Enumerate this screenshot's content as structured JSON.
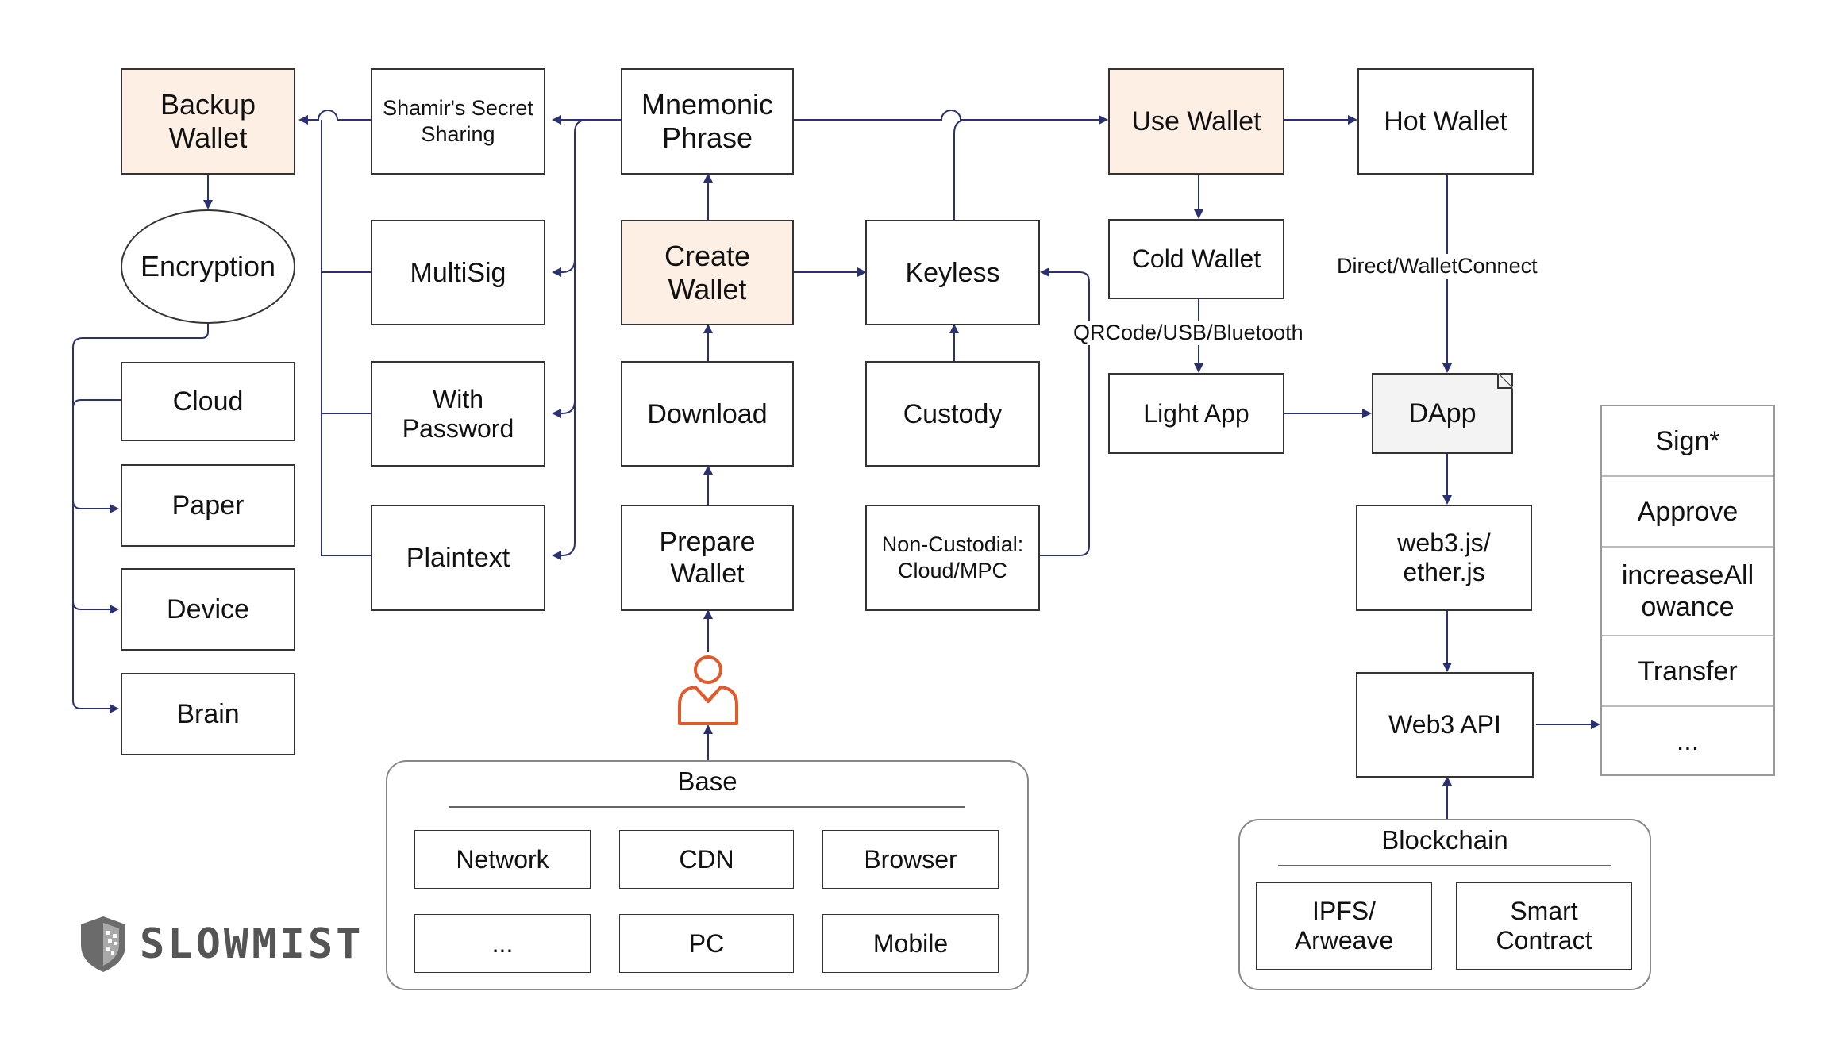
{
  "nodes": {
    "backup_wallet": "Backup\nWallet",
    "encryption": "Encryption",
    "cloud": "Cloud",
    "paper": "Paper",
    "device": "Device",
    "brain": "Brain",
    "shamir": "Shamir's Secret\nSharing",
    "multisig": "MultiSig",
    "with_password": "With\nPassword",
    "plaintext": "Plaintext",
    "mnemonic": "Mnemonic\nPhrase",
    "create_wallet": "Create\nWallet",
    "download": "Download",
    "prepare_wallet": "Prepare\nWallet",
    "keyless": "Keyless",
    "custody": "Custody",
    "non_custodial": "Non-Custodial:\nCloud/MPC",
    "use_wallet": "Use Wallet",
    "cold_wallet": "Cold Wallet",
    "light_app": "Light App",
    "hot_wallet": "Hot Wallet",
    "dapp": "DApp",
    "web3js": "web3.js/\nether.js",
    "web3api": "Web3 API"
  },
  "edge_labels": {
    "qrcode": "QRCode/USB/Bluetooth",
    "direct": "Direct/WalletConnect"
  },
  "base_group": {
    "title": "Base",
    "items": [
      "Network",
      "CDN",
      "Browser",
      "...",
      "PC",
      "Mobile"
    ]
  },
  "blockchain_group": {
    "title": "Blockchain",
    "items": [
      "IPFS/\nArweave",
      "Smart\nContract"
    ]
  },
  "actions": [
    "Sign*",
    "Approve",
    "increaseAll\nowance",
    "Transfer",
    "..."
  ],
  "logo": {
    "text": "SLOWMIST"
  },
  "colors": {
    "highlight": "#fdefe4",
    "arrow": "#2b3170",
    "user_icon": "#e05a2b",
    "dapp_fill": "#f3f3f3"
  }
}
